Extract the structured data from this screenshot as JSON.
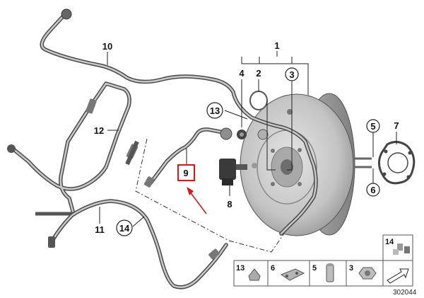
{
  "diagram": {
    "callouts": {
      "c1": "1",
      "c2": "2",
      "c3": "3",
      "c4": "4",
      "c5": "5",
      "c6": "6",
      "c7": "7",
      "c8": "8",
      "c9": "9",
      "c10": "10",
      "c11": "11",
      "c12": "12",
      "c13": "13",
      "c14": "14"
    },
    "legend": {
      "item14": "14",
      "item13": "13",
      "item6": "6",
      "item5": "5",
      "item3": "3"
    },
    "diagram_id": "302044",
    "colors": {
      "highlight": "#e0161b",
      "line": "#222222",
      "part_gray": "#b8b8b8"
    },
    "icons": [
      "brake-booster-icon",
      "vacuum-hose-icon",
      "check-valve-icon",
      "sensor-icon",
      "gasket-icon",
      "hose-clamp-icon",
      "nut-icon",
      "bolt-icon"
    ]
  }
}
